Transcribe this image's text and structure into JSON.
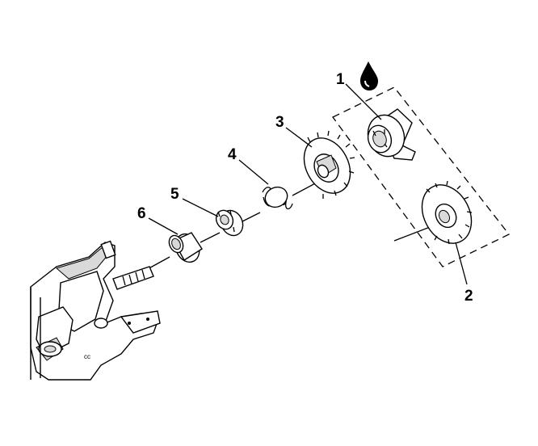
{
  "diagram": {
    "callouts": [
      {
        "id": "1",
        "text": "1"
      },
      {
        "id": "2",
        "text": "2"
      },
      {
        "id": "3",
        "text": "3"
      },
      {
        "id": "4",
        "text": "4"
      },
      {
        "id": "5",
        "text": "5"
      },
      {
        "id": "6",
        "text": "6"
      }
    ],
    "icons": [
      "oil-drop-icon"
    ],
    "colors": {
      "line": "#000000",
      "fill": "#ffffff",
      "shade": "#d9d9d9"
    }
  }
}
